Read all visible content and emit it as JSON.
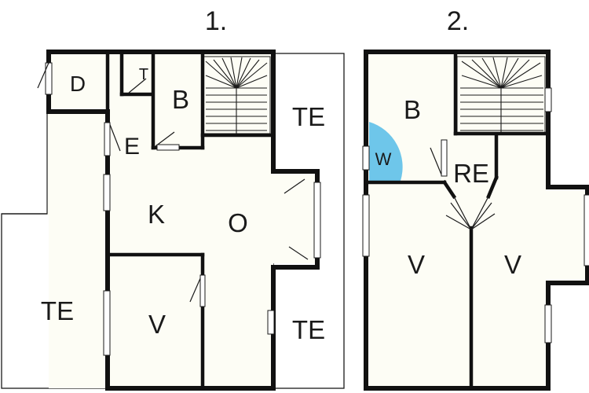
{
  "floors": [
    {
      "title": "1.",
      "rooms": [
        "D",
        "T",
        "B",
        "TE",
        "E",
        "K",
        "O",
        "TE",
        "V",
        "TE"
      ]
    },
    {
      "title": "2.",
      "rooms": [
        "B",
        "W",
        "RE",
        "V",
        "V"
      ]
    }
  ],
  "colors": {
    "background": "#ffffff",
    "floor": "#fdfdf5",
    "wall": "#111111",
    "wc_highlight": "#6ec6ea"
  }
}
